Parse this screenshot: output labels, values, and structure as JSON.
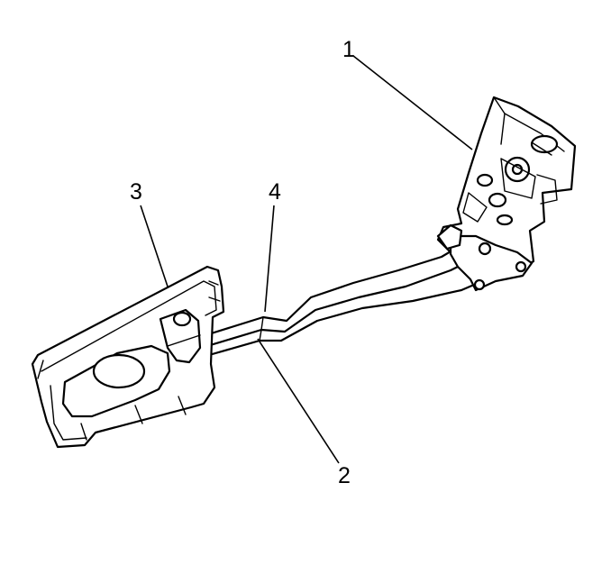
{
  "figure": {
    "callouts": [
      {
        "id": "1",
        "label": "1"
      },
      {
        "id": "2",
        "label": "2"
      },
      {
        "id": "3",
        "label": "3"
      },
      {
        "id": "4",
        "label": "4"
      }
    ]
  }
}
